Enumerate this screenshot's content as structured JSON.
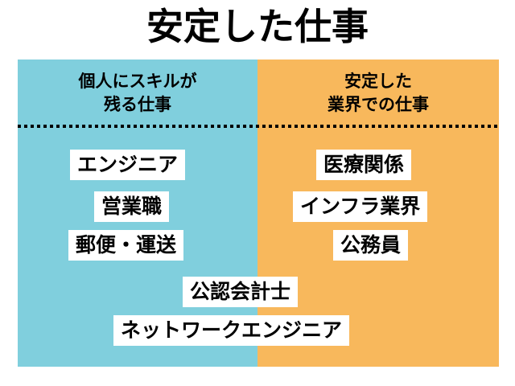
{
  "slide": {
    "title": "安定した仕事",
    "background_color": "#ffffff",
    "left_panel_color": "#80cfdd",
    "right_panel_color": "#f8b85c",
    "text_color": "#000000",
    "chip_background": "#ffffff"
  },
  "columns": {
    "left": {
      "header_line1": "個人にスキルが",
      "header_line2": "残る仕事",
      "items": [
        {
          "label": "エンジニア"
        },
        {
          "label": "営業職"
        },
        {
          "label": "郵便・運送"
        }
      ]
    },
    "right": {
      "header_line1": "安定した",
      "header_line2": "業界での仕事",
      "items": [
        {
          "label": "医療関係"
        },
        {
          "label": "インフラ業界"
        },
        {
          "label": "公務員"
        }
      ]
    }
  },
  "spanning_items": [
    {
      "label": "公認会計士"
    },
    {
      "label": "ネットワークエンジニア"
    }
  ]
}
